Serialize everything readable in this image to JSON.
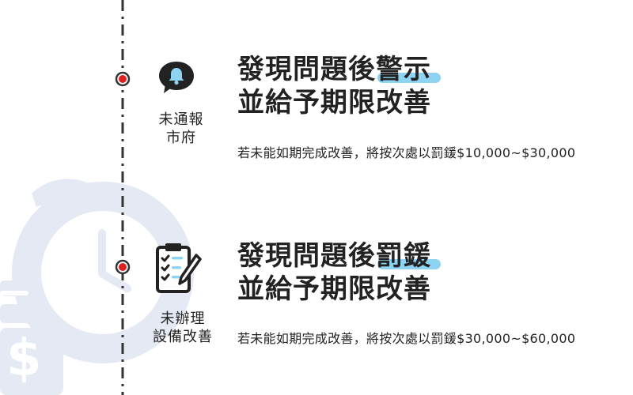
{
  "rows": [
    {
      "icon": "bell-chat-icon",
      "category_lines": [
        "未通報",
        "市府"
      ],
      "headline_line1_plain": "發現問題後",
      "headline_line1_highlight": "警示",
      "headline_line2": "並給予期限改善",
      "note": "若未能如期完成改善，將按次處以罰鍰$10,000~$30,000"
    },
    {
      "icon": "clipboard-checklist-icon",
      "category_lines": [
        "未辦理",
        "設備改善"
      ],
      "headline_line1_plain": "發現問題後",
      "headline_line1_highlight": "罰鍰",
      "headline_line2": "並給予期限改善",
      "note": "若未能如期完成改善，將按次處以罰鍰$30,000~$60,000"
    }
  ],
  "colors": {
    "highlight": "#8fd3f2",
    "timeline_dot": "#e02020",
    "timeline_line": "#333333",
    "background_clock": "#e4e9f3",
    "text": "#222222"
  }
}
